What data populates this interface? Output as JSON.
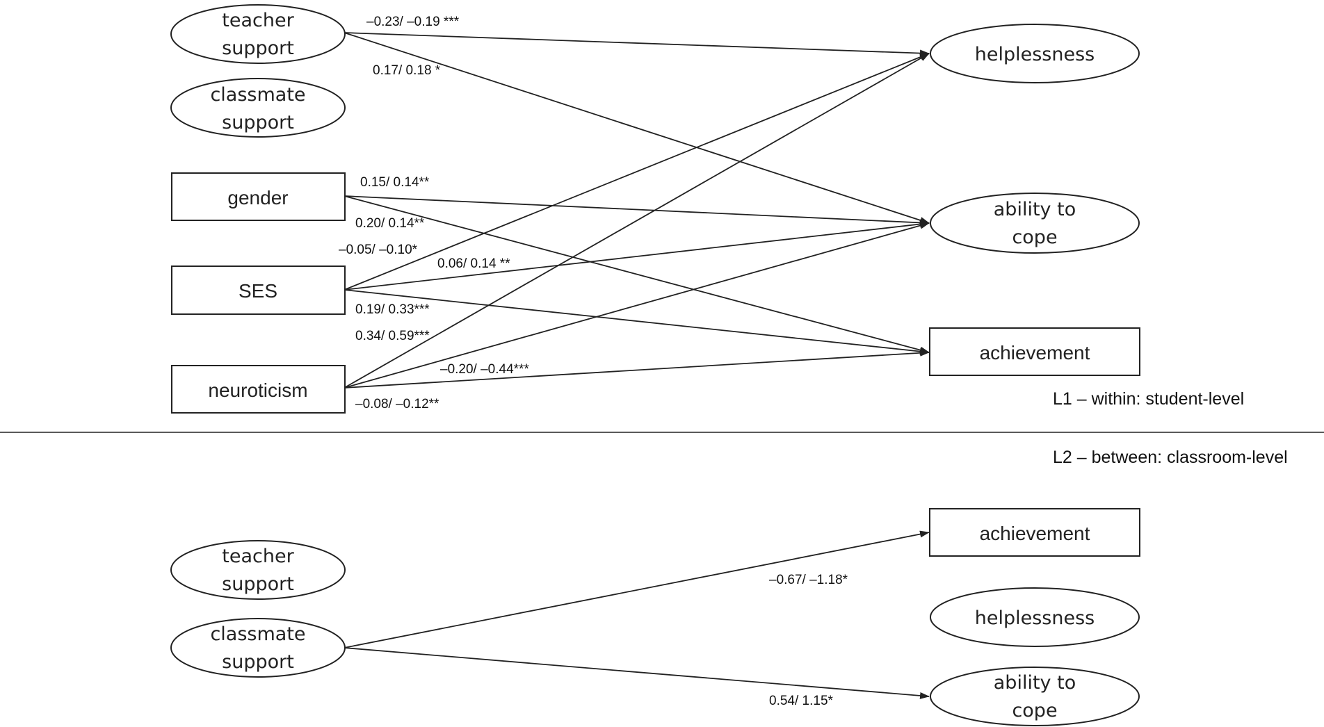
{
  "level1": {
    "label": "L1 – within: student-level",
    "nodes": {
      "teacher_support": [
        "teacher",
        "support"
      ],
      "classmate_support": [
        "classmate",
        "support"
      ],
      "gender": "gender",
      "ses": "SES",
      "neuroticism": "neuroticism",
      "helplessness": "helplessness",
      "ability_to_cope": [
        "ability to",
        "cope"
      ],
      "achievement": "achievement"
    },
    "coefficients": {
      "teacher_helplessness": "–0.23/ –0.19 ***",
      "teacher_cope": "0.17/ 0.18 *",
      "gender_cope": "0.15/ 0.14**",
      "gender_achievement": "0.20/ 0.14**",
      "ses_helplessness": "–0.05/ –0.10*",
      "ses_cope": "0.06/ 0.14 **",
      "ses_achievement": "0.19/ 0.33***",
      "neuro_helplessness": "0.34/ 0.59***",
      "neuro_cope": "–0.20/ –0.44***",
      "neuro_achievement": "–0.08/ –0.12**"
    }
  },
  "level2": {
    "label": "L2 – between: classroom-level",
    "nodes": {
      "teacher_support": [
        "teacher",
        "support"
      ],
      "classmate_support": [
        "classmate",
        "support"
      ],
      "achievement": "achievement",
      "helplessness": "helplessness",
      "ability_to_cope": [
        "ability to",
        "cope"
      ]
    },
    "coefficients": {
      "classmate_achievement": "–0.67/ –1.18*",
      "classmate_cope": "0.54/ 1.15*"
    }
  }
}
